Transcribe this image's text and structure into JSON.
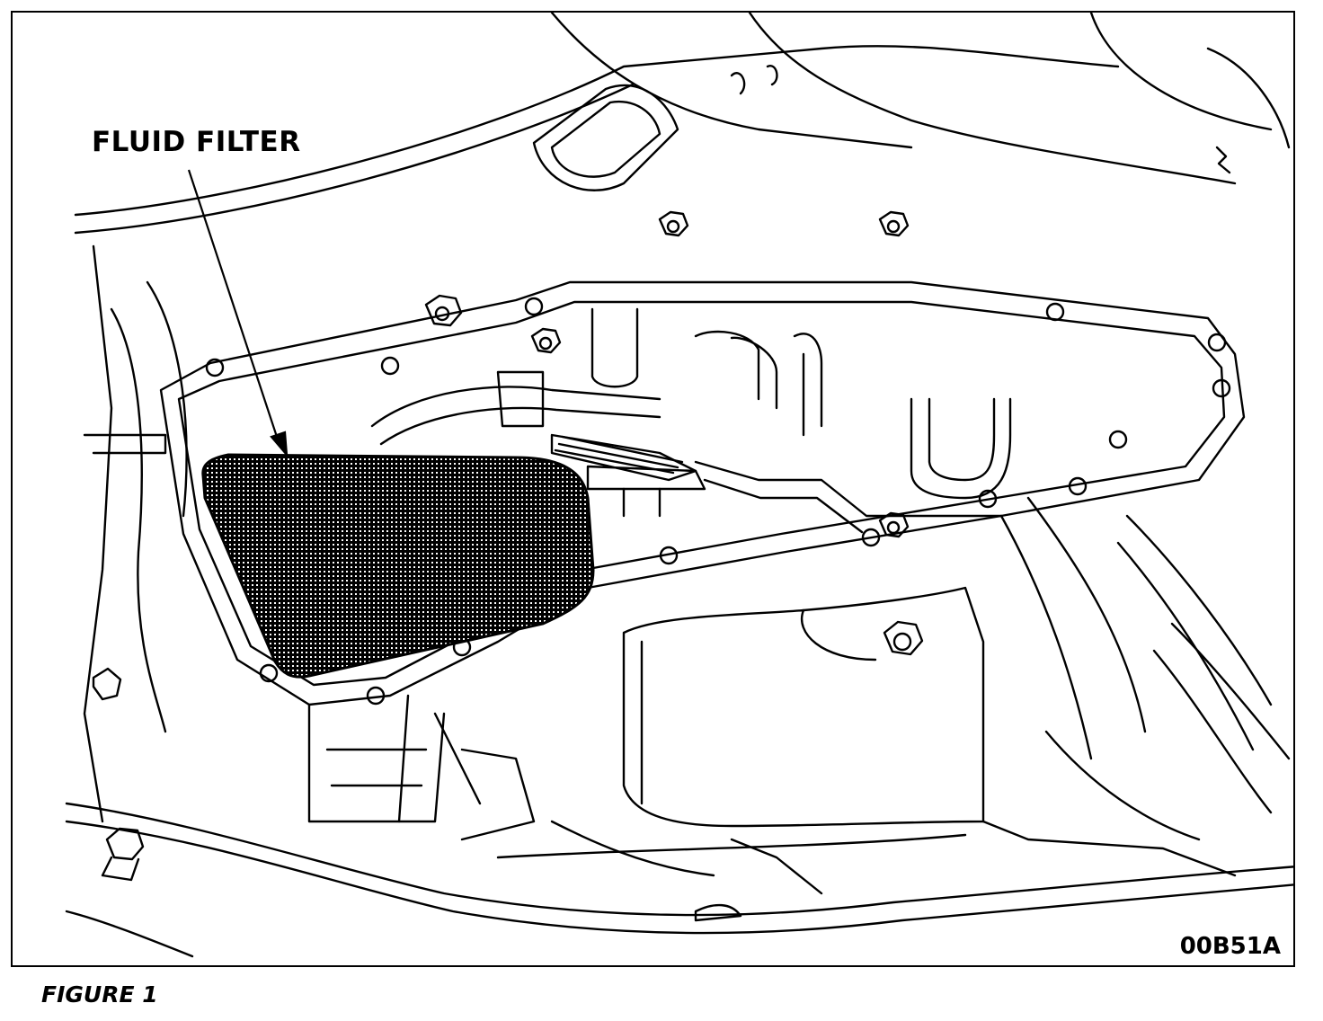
{
  "figure": {
    "callout_label": "FLUID FILTER",
    "drawing_code": "00B51A",
    "caption": "FIGURE 1"
  },
  "colors": {
    "ink": "#000000",
    "paper": "#ffffff"
  }
}
